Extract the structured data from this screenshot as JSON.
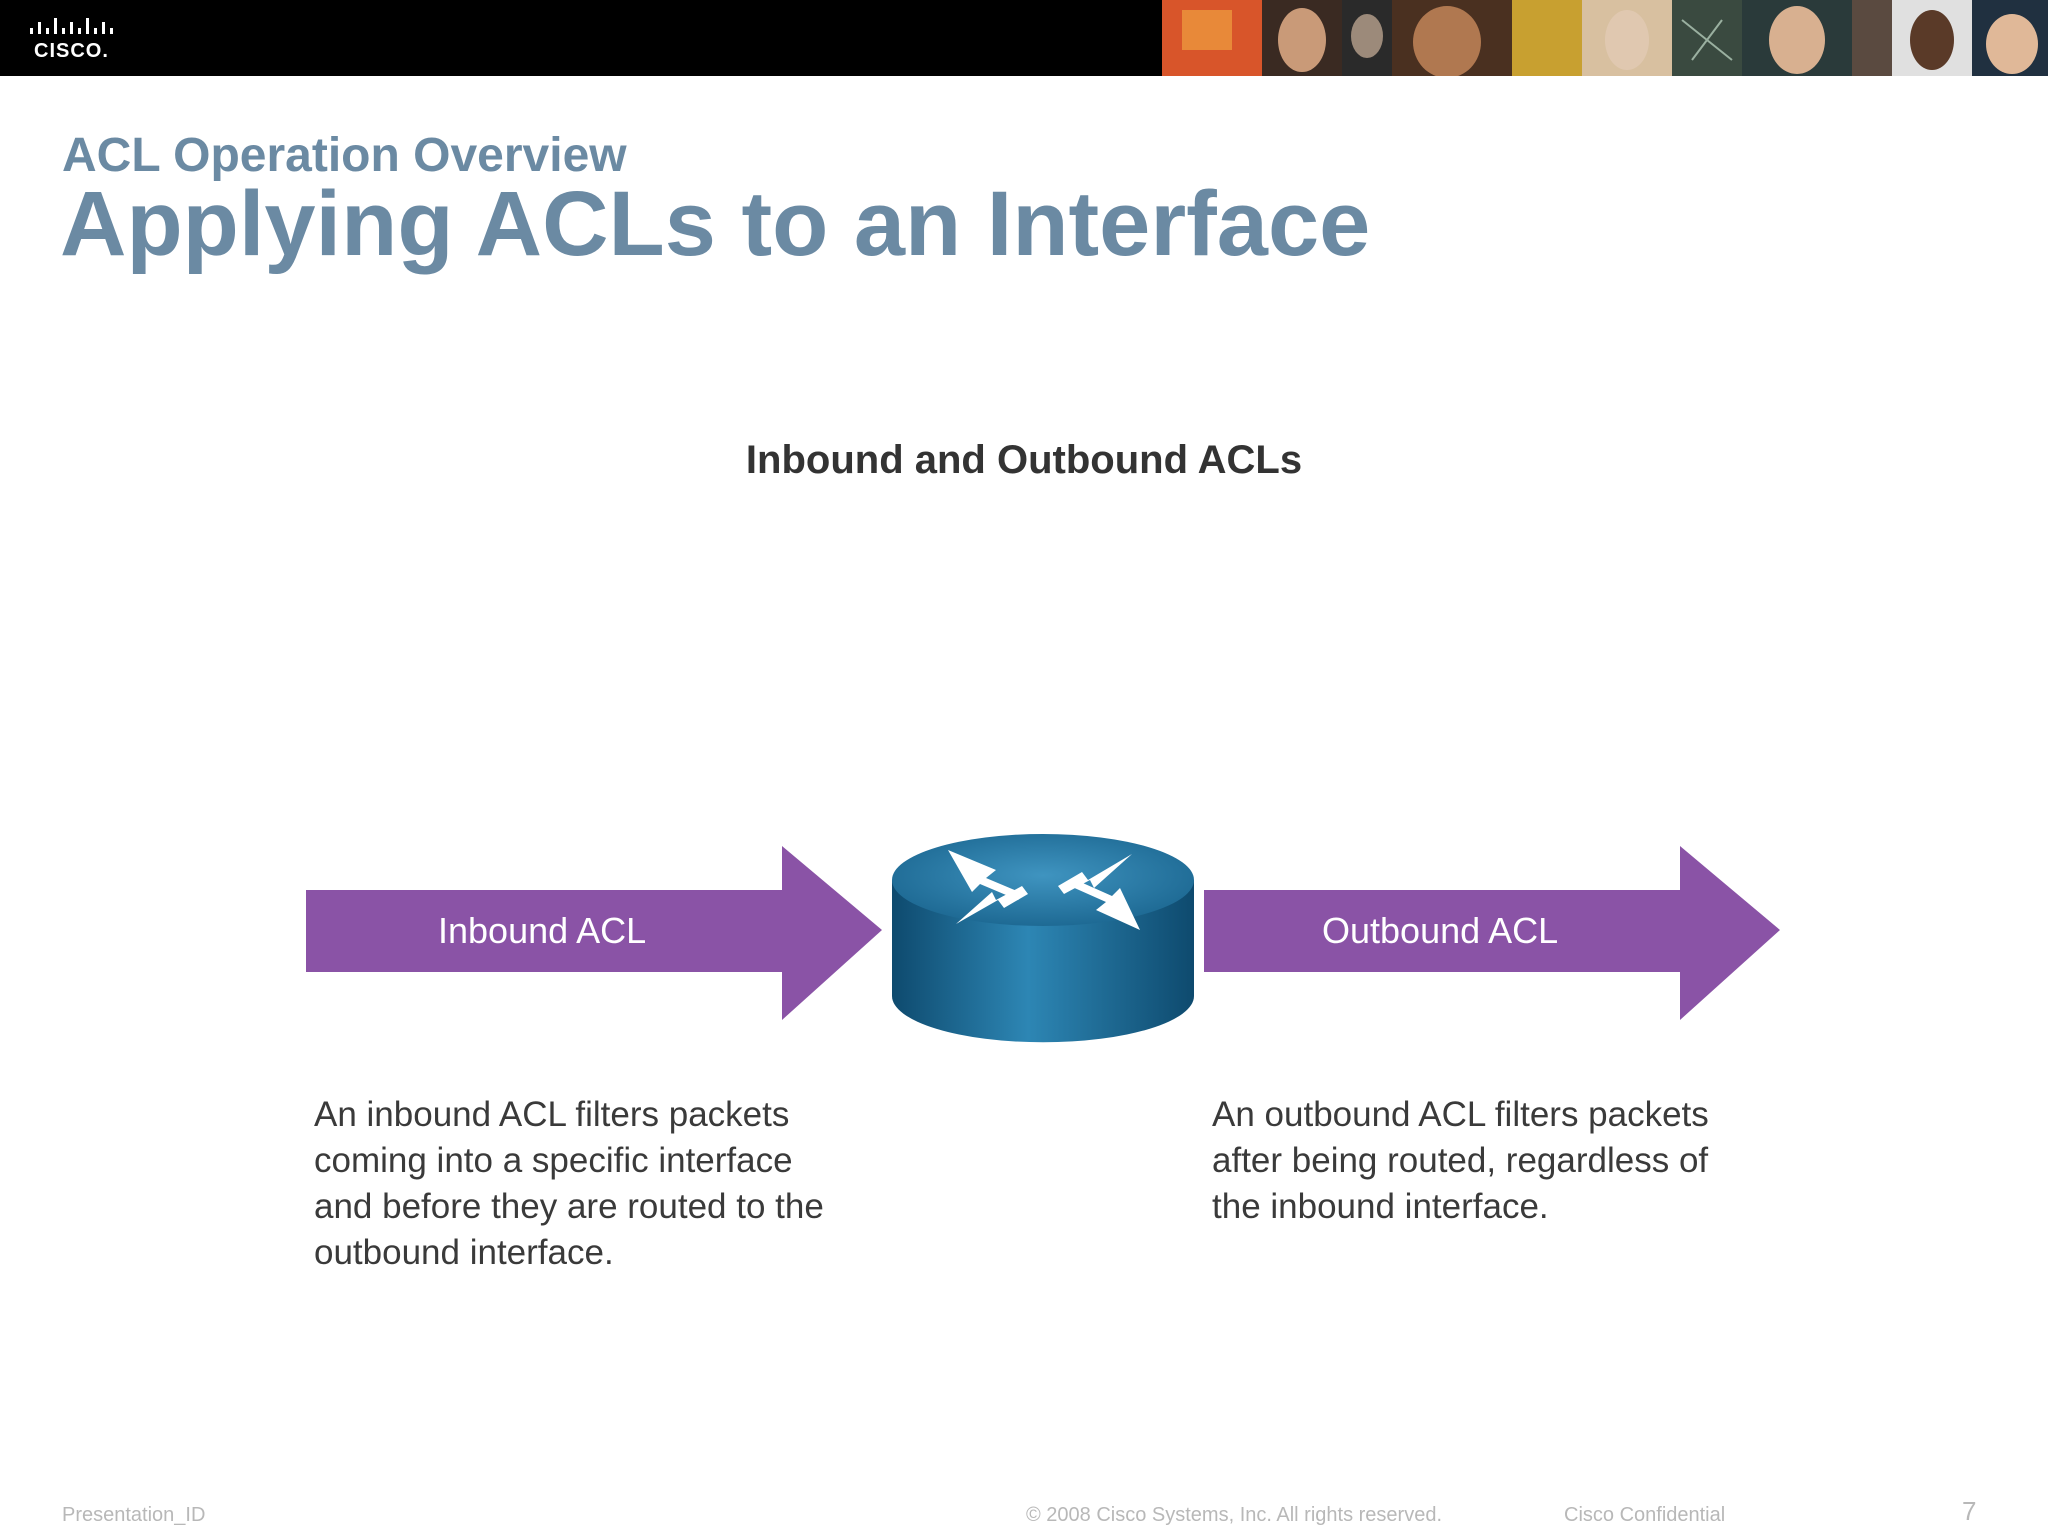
{
  "header": {
    "logo_text": "CISCO."
  },
  "slide": {
    "subtitle": "ACL Operation Overview",
    "title": "Applying ACLs to an Interface"
  },
  "figure": {
    "caption": "Inbound and Outbound ACLs",
    "inbound_label": "Inbound ACL",
    "outbound_label": "Outbound ACL",
    "inbound_desc": [
      "An inbound ACL filters packets",
      "coming into a specific interface",
      "and before they are routed to the",
      "outbound interface."
    ],
    "outbound_desc": [
      "An outbound ACL filters packets",
      "after being routed, regardless of",
      "the inbound interface."
    ],
    "arrow_color": "#8a53a6",
    "router_color": "#1f6a90"
  },
  "footer": {
    "presentation_id": "Presentation_ID",
    "copyright": "© 2008 Cisco Systems, Inc. All rights reserved.",
    "confidential": "Cisco Confidential",
    "page_number": "7"
  }
}
